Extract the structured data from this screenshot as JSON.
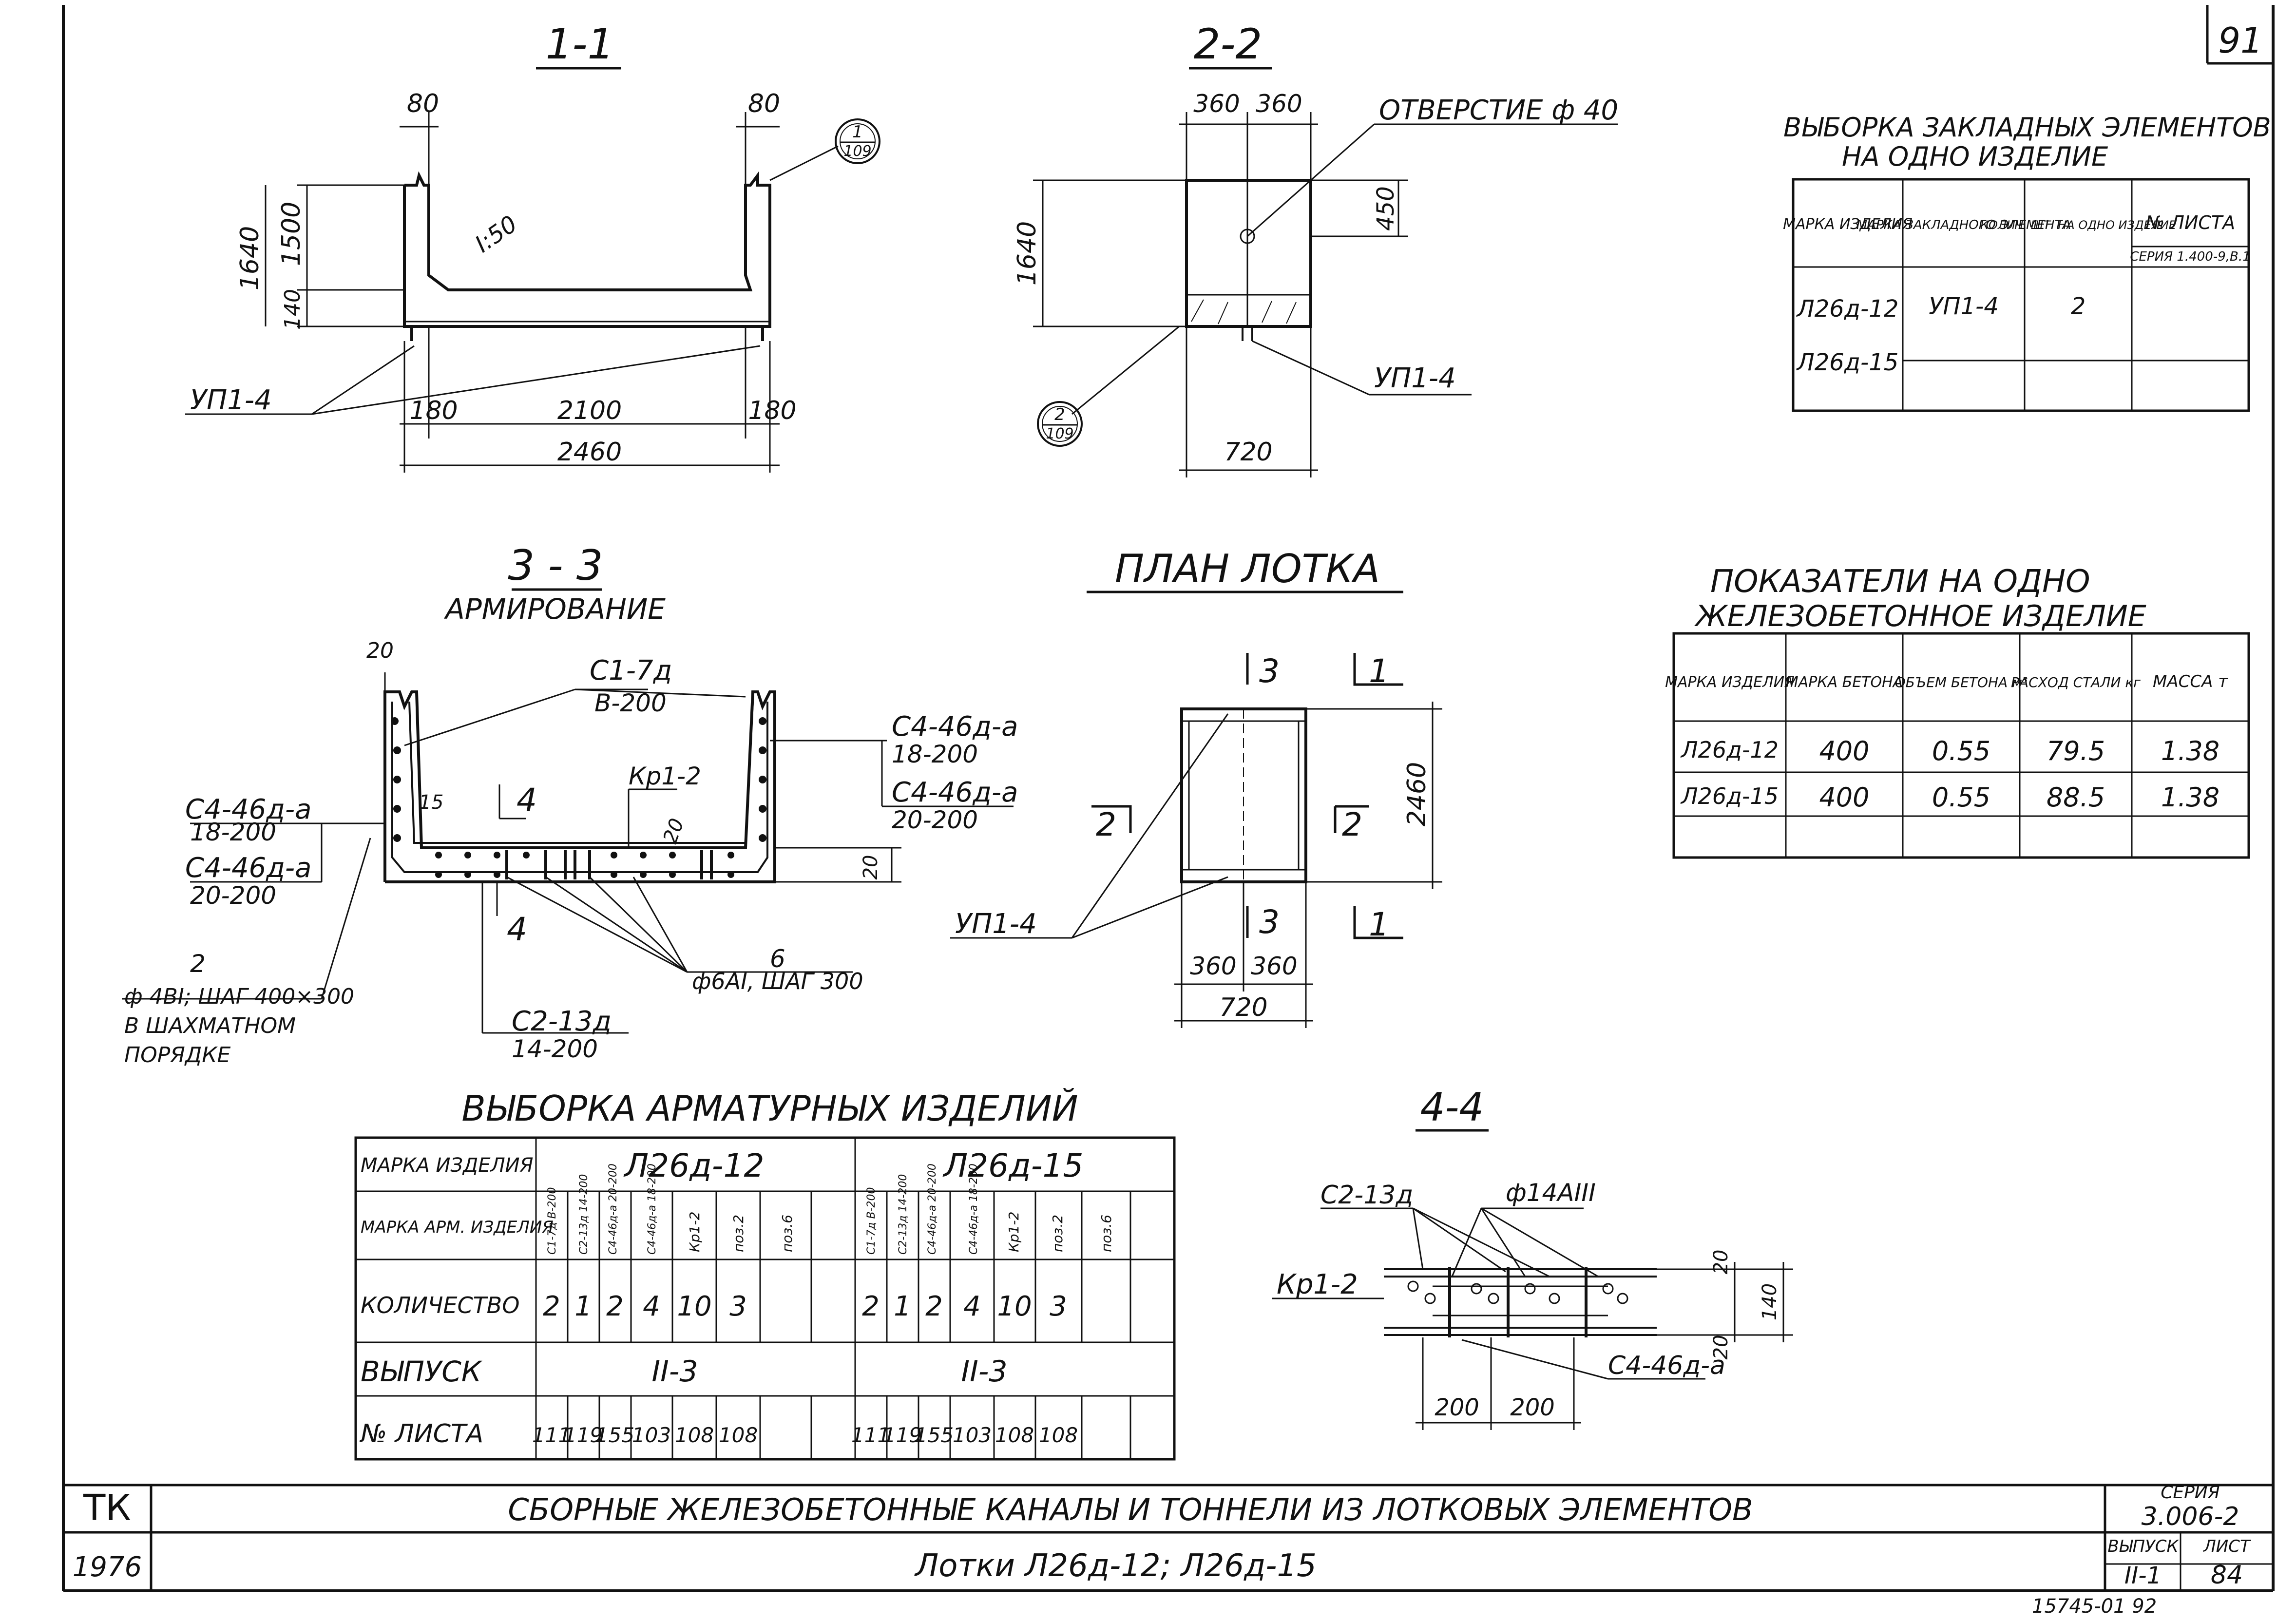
{
  "sheet": {
    "page_number": "91",
    "stamp": "15745-01   92"
  },
  "sec11": {
    "title": "1-1",
    "d80_left": "80",
    "d80_right": "80",
    "d1640": "1640",
    "d1500": "1500",
    "d140": "140",
    "slope": "I:50",
    "d180_left": "180",
    "d2100": "2100",
    "d180_right": "180",
    "d2460": "2460",
    "part": "УП1-4",
    "callout_top": "1",
    "callout_bottom": "109"
  },
  "sec22": {
    "title": "2-2",
    "d360a": "360",
    "d360b": "360",
    "hole": "ОТВЕРСТИЕ ф 40",
    "d450": "450",
    "d1640": "1640",
    "d720": "720",
    "part": "УП1-4",
    "callout_top": "2",
    "callout_bottom": "109"
  },
  "embedded": {
    "title_line1": "ВЫБОРКА ЗАКЛАДНЫХ ЭЛЕМЕНТОВ",
    "title_line2": "НА ОДНО ИЗДЕЛИЕ",
    "headers": [
      "МАРКА ИЗДЕЛИЯ",
      "МАРКА ЗАКЛАДНОГО ЭЛЕМЕНТА",
      "КОЛИЧ. ШТ. НА ОДНО ИЗДЕЛИЕ",
      "№ ЛИСТА"
    ],
    "series_note": "СЕРИЯ 1.400-9,В.1",
    "rows": [
      [
        "Л26д-12",
        "УП1-4",
        "2",
        ""
      ],
      [
        "Л26д-15",
        "",
        "",
        ""
      ]
    ]
  },
  "sec33": {
    "title": "3 - 3",
    "subtitle": "АРМИРОВАНИЕ",
    "d20_top": "20",
    "c17": "С1-7д",
    "c17_step": "В-200",
    "c446_right1": "С4-46д-а",
    "c446_right1_step": "18-200",
    "c446_right2": "С4-46д-а",
    "c446_right2_step": "20-200",
    "c446_left1": "С4-46д-а",
    "c446_left1_step": "18-200",
    "c446_left2": "С4-46д-а",
    "c446_left2_step": "20-200",
    "d15": "15",
    "kr": "Кр1-2",
    "d20_mid": "20",
    "d20_right": "20",
    "cut_top": "4",
    "cut_bottom": "4",
    "note2_mark": "2",
    "note2_line1": "ф 4ВI; ШАГ 400×300",
    "note2_line2": "В ШАХМАТНОМ",
    "note2_line3": "ПОРЯДКЕ",
    "note6_mark": "6",
    "note6_text": "ф6АI, ШАГ 300",
    "c213": "С2-13д",
    "c213_step": "14-200"
  },
  "plan": {
    "title": "ПЛАН ЛОТКА",
    "cut3": "3",
    "cut1": "1",
    "cut2": "2",
    "d2460": "2460",
    "d360a": "360",
    "d360b": "360",
    "d720": "720",
    "part": "УП1-4"
  },
  "indicators": {
    "title_line1": "ПОКАЗАТЕЛИ НА ОДНО",
    "title_line2": "ЖЕЛЕЗОБЕТОННОЕ ИЗДЕЛИЕ",
    "headers": [
      "МАРКА ИЗДЕЛИЯ",
      "МАРКА БЕТОНА",
      "ОБЪЕМ БЕТОНА м³",
      "РАСХОД СТАЛИ кг",
      "МАССА т"
    ],
    "rows": [
      [
        "Л26д-12",
        "400",
        "0.55",
        "79.5",
        "1.38"
      ],
      [
        "Л26д-15",
        "400",
        "0.55",
        "88.5",
        "1.38"
      ]
    ]
  },
  "rebar": {
    "title": "ВЫБОРКА АРМАТУРНЫХ ИЗДЕЛИЙ",
    "col_product": "МАРКА ИЗДЕЛИЯ",
    "product1": "Л26д-12",
    "product2": "Л26д-15",
    "row_mark": "МАРКА АРМ. ИЗДЕЛИЯ",
    "marks": [
      "С1-7д В-200",
      "С2-13д 14-200",
      "С4-46д-а 20-200",
      "С4-46д-а 18-200",
      "Кр1-2",
      "поз.2",
      "поз.6"
    ],
    "row_qty": "КОЛИЧЕСТВО",
    "qty1": [
      "2",
      "1",
      "2",
      "4",
      "10",
      "3",
      ""
    ],
    "qty2": [
      "2",
      "1",
      "2",
      "4",
      "10",
      "3",
      ""
    ],
    "row_issue": "ВЫПУСК",
    "issue1": "II-3",
    "issue2": "II-3",
    "row_sheet": "№ ЛИСТА",
    "sheets1": [
      "111",
      "119",
      "155",
      "103",
      "108",
      "108",
      ""
    ],
    "sheets2": [
      "111",
      "119",
      "155",
      "103",
      "108",
      "108",
      ""
    ]
  },
  "sec44": {
    "title": "4-4",
    "c213": "С2-13д",
    "d14": "ф14АIII",
    "kr": "Кр1-2",
    "d20a": "20",
    "d140": "140",
    "d20b": "20",
    "c446": "С4-46д-а",
    "d200a": "200",
    "d200b": "200"
  },
  "titleblock": {
    "org": "ТК",
    "year": "1976",
    "title_main": "СБОРНЫЕ ЖЕЛЕЗОБЕТОННЫЕ КАНАЛЫ И ТОННЕЛИ ИЗ ЛОТКОВЫХ ЭЛЕМЕНТОВ",
    "title_sub": "Лотки Л26д-12; Л26д-15",
    "series_label": "СЕРИЯ",
    "series_value": "3.006-2",
    "issue_label": "ВЫПУСК",
    "issue_value": "II-1",
    "sheet_label": "ЛИСТ",
    "sheet_value": "84"
  }
}
